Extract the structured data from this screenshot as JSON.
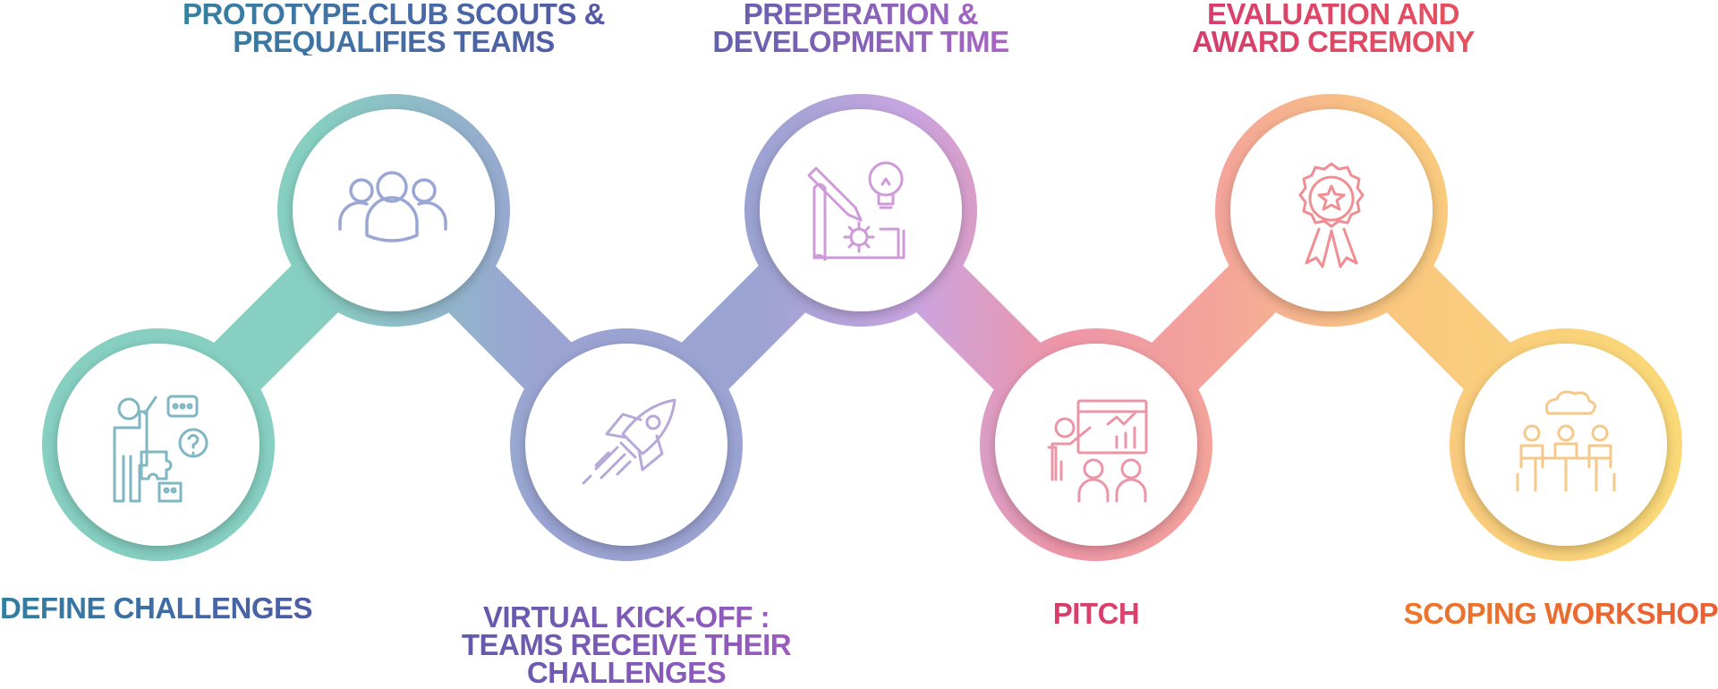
{
  "diagram": {
    "steps": [
      {
        "title_lines": [
          "DEFINE CHALLENGES"
        ],
        "icon": "team-puzzle-icon"
      },
      {
        "title_lines": [
          "PROTOTYPE.CLUB SCOUTS &",
          "PREQUALIFIES TEAMS"
        ],
        "icon": "group-people-icon"
      },
      {
        "title_lines": [
          "VIRTUAL KICK-OFF :",
          "TEAMS RECEIVE THEIR",
          "CHALLENGES"
        ],
        "icon": "rocket-icon"
      },
      {
        "title_lines": [
          "PREPERATION &",
          "DEVELOPMENT TIME"
        ],
        "icon": "blueprint-idea-icon"
      },
      {
        "title_lines": [
          "PITCH"
        ],
        "icon": "presentation-icon"
      },
      {
        "title_lines": [
          "EVALUATION AND",
          "AWARD CEREMONY"
        ],
        "icon": "award-ribbon-icon"
      },
      {
        "title_lines": [
          "SCOPING WORKSHOP"
        ],
        "icon": "meeting-table-icon"
      }
    ]
  },
  "colors": {
    "teal": "#86cfc1",
    "blue_purple": "#9aa3d2",
    "lavender": "#c9a4e0",
    "pink": "#ee95a8",
    "peach": "#f5b98a",
    "yellow": "#fbd977"
  }
}
